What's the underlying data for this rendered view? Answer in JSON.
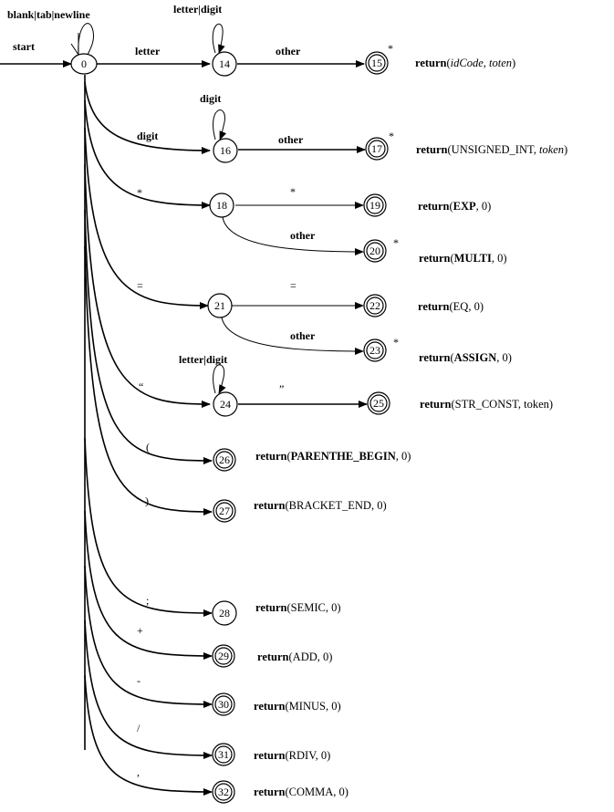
{
  "start_label": "start",
  "loop0_label": "blank|tab|newline",
  "loop14_label": "letter|digit",
  "loop16_label": "digit",
  "loop24_label": "letter|digit",
  "star": "*",
  "states": {
    "s0": "0",
    "s14": "14",
    "s15": "15",
    "s16": "16",
    "s17": "17",
    "s18": "18",
    "s19": "19",
    "s20": "20",
    "s21": "21",
    "s22": "22",
    "s23": "23",
    "s24": "24",
    "s25": "25",
    "s26": "26",
    "s27": "27",
    "s28": "28",
    "s29": "29",
    "s30": "30",
    "s31": "31",
    "s32": "32"
  },
  "edges": {
    "e0_14": "letter",
    "e14_15": "other",
    "e0_16": "digit",
    "e16_17": "other",
    "e0_18": "*",
    "e18_19": "*",
    "e18_20": "other",
    "e0_21": "=",
    "e21_22": "=",
    "e21_23": "other",
    "e0_24": "“",
    "e24_25": "”",
    "e0_26": "(",
    "e0_27": ")",
    "e0_28": ";",
    "e0_29": "+",
    "e0_30": "-",
    "e0_31": "/",
    "e0_32": ","
  },
  "returns": {
    "r15": {
      "kw": "return",
      "open": "(",
      "a": "idCode",
      "sep": ", ",
      "b": "toten",
      "close": ")"
    },
    "r17": {
      "kw": "return",
      "open": "(",
      "a": "UNSIGNED_INT",
      "sep": ", ",
      "b": "token",
      "close": ")"
    },
    "r19": {
      "kw": "return",
      "open": "(",
      "a": "EXP",
      "rest": ", 0)"
    },
    "r20": {
      "kw": "return",
      "open": "(",
      "a": "MULTI",
      "rest": ", 0)"
    },
    "r22": {
      "kw": "return",
      "rest": "(EQ, 0)"
    },
    "r23": {
      "kw": "return",
      "open": "(",
      "a": "ASSIGN",
      "rest": ", 0)"
    },
    "r25": {
      "kw": "return",
      "rest": "(STR_CONST, token)"
    },
    "r26": {
      "kw": "return",
      "open": "(",
      "a": "PARENTHE_BEGIN",
      "rest": ", 0)"
    },
    "r27": {
      "kw": "return",
      "rest": "(BRACKET_END, 0)"
    },
    "r28": {
      "kw": "return",
      "rest": "(SEMIC, 0)"
    },
    "r29": {
      "kw": "return",
      "rest": "(ADD, 0)"
    },
    "r30": {
      "kw": "return",
      "rest": "(MINUS, 0)"
    },
    "r31": {
      "kw": "return",
      "rest": "(RDIV, 0)"
    },
    "r32": {
      "kw": "return",
      "rest": "(COMMA, 0)"
    }
  }
}
